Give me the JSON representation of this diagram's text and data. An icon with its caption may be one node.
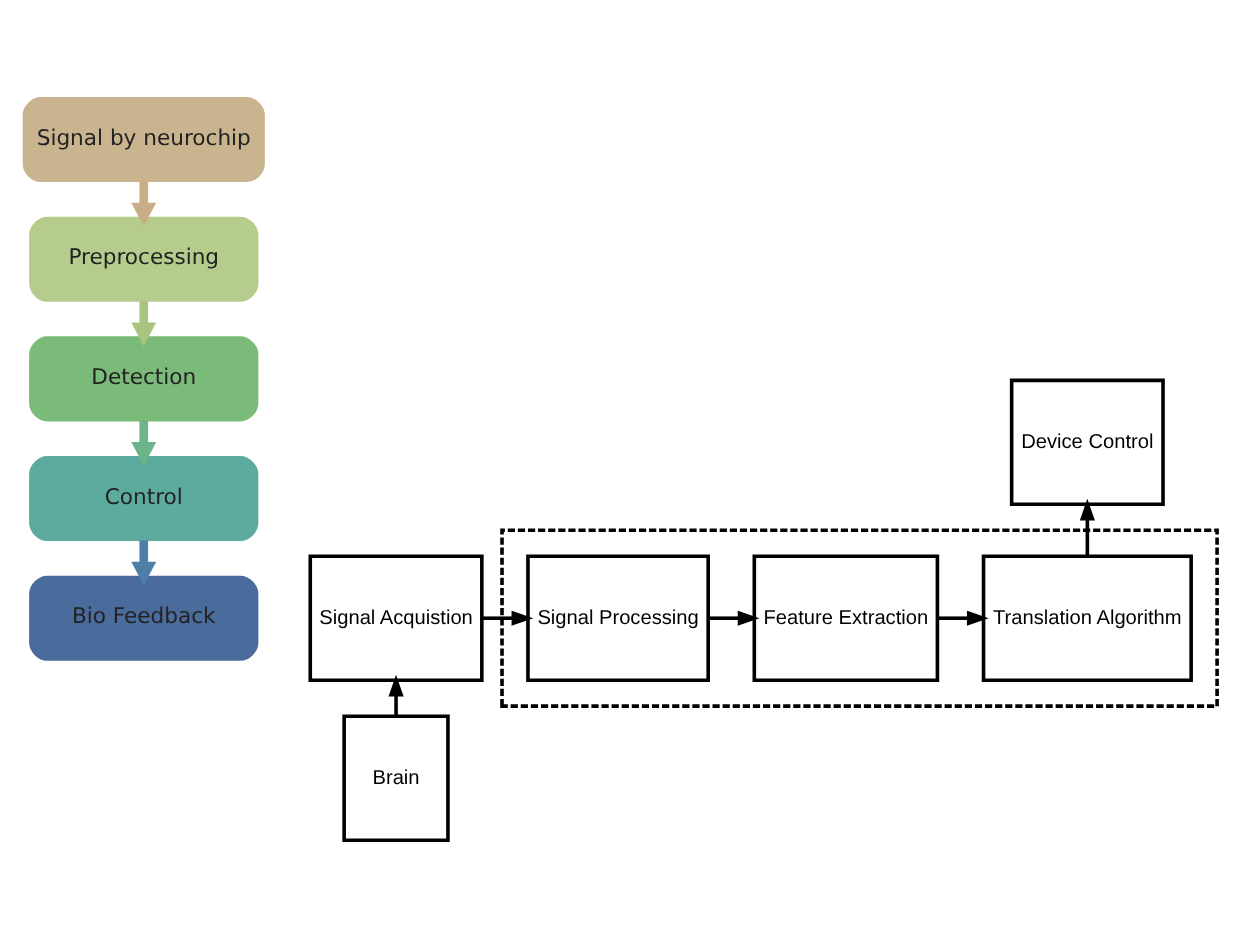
{
  "diagram": {
    "nodes": [
      {
        "text": [
          "Signal by neurochip"
        ]
      },
      {
        "text": [
          "Preprocessing"
        ]
      },
      {
        "text": [
          "Detection"
        ]
      },
      {
        "text": [
          "Control"
        ]
      },
      {
        "text": [
          "Bio Feedback"
        ]
      },
      {
        "text": [
          "Signal Acquistion"
        ]
      },
      {
        "text": [],
        "shape": "box"
      },
      {
        "text": [
          "Signal Processing"
        ],
        "in": 6
      },
      {
        "text": [
          "Feature Extraction"
        ],
        "in": 6
      },
      {
        "text": [
          "Translation Algorithm"
        ],
        "in": 6
      },
      {
        "text": [
          "Brain"
        ]
      },
      {
        "text": [
          "Device Control"
        ]
      }
    ],
    "edges": [
      {
        "from": 0,
        "to": 1,
        "arrow": "to",
        "style": "thick",
        "color": "#c8ad86"
      },
      {
        "from": 1,
        "to": 2,
        "arrow": "to",
        "style": "thick",
        "color": "#a8c47e"
      },
      {
        "from": 2,
        "to": 3,
        "arrow": "to",
        "style": "thick",
        "color": "#6db488"
      },
      {
        "from": 3,
        "to": 4,
        "arrow": "to",
        "style": "thick",
        "color": "#4f7fa8"
      },
      {
        "from": 10,
        "to": 5,
        "arrow": "to"
      },
      {
        "from": 5,
        "to": 7,
        "arrow": "to"
      },
      {
        "from": 7,
        "to": 8,
        "arrow": "to"
      },
      {
        "from": 8,
        "to": 9,
        "arrow": "to"
      },
      {
        "from": 9,
        "to": 11,
        "arrow": "to"
      }
    ]
  }
}
